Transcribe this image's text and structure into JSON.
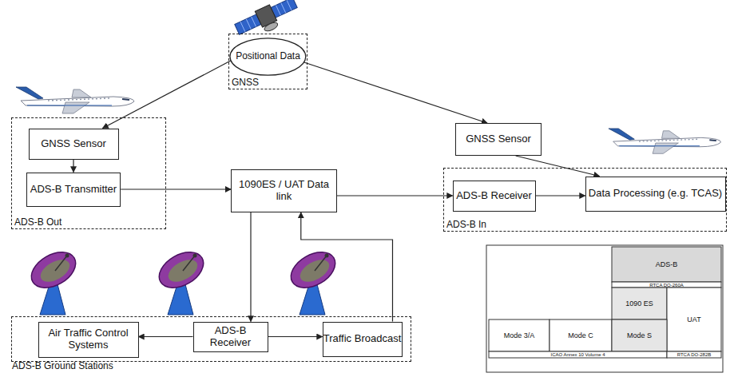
{
  "diagram": {
    "nodes": [
      {
        "text": [
          "GNSS"
        ]
      },
      {
        "text": [
          "Positional Data"
        ],
        "in": 0
      },
      {
        "text": [
          "ADS-B Out"
        ]
      },
      {
        "text": [
          "GNSS Sensor"
        ],
        "in": 2
      },
      {
        "text": [
          "ADS-B Transmitter"
        ],
        "in": 2
      },
      {
        "text": [
          "1090ES / UAT Data link"
        ]
      },
      {
        "text": [
          "GNSS Sensor"
        ]
      },
      {
        "text": [
          "ADS-B In"
        ]
      },
      {
        "text": [
          "ADS-B Receiver"
        ],
        "in": 7
      },
      {
        "text": [
          "Data Processing (e.g. TCAS)"
        ],
        "in": 7
      },
      {
        "text": [
          "ADS-B Ground Stations"
        ]
      },
      {
        "text": [
          "Air Traffic Control Systems"
        ],
        "in": 10
      },
      {
        "text": [
          "ADS-B Receiver"
        ],
        "in": 10
      },
      {
        "text": [
          "Traffic Broadcast"
        ],
        "in": 10
      }
    ],
    "edges": [
      {
        "from": 1,
        "to": 3,
        "arrow": "to"
      },
      {
        "from": 1,
        "to": 6,
        "arrow": "to"
      },
      {
        "from": 3,
        "to": 4,
        "arrow": "to"
      },
      {
        "from": 4,
        "to": 5,
        "arrow": "to"
      },
      {
        "from": 5,
        "to": 8,
        "arrow": "to"
      },
      {
        "from": 8,
        "to": 9,
        "arrow": "to"
      },
      {
        "from": 6,
        "to": 9,
        "arrow": "to"
      },
      {
        "from": 5,
        "to": 12,
        "arrow": "to"
      },
      {
        "from": 13,
        "to": 5,
        "arrow": "to"
      },
      {
        "from": 12,
        "to": 11,
        "arrow": "to"
      },
      {
        "from": 12,
        "to": 13,
        "arrow": "to"
      }
    ],
    "labels": [
      "ADS-B",
      "RTCA DO-260A",
      "1090 ES",
      "UAT",
      "Mode 3/A",
      "Mode C",
      "Mode S",
      "ICAO Annex 10 Volume 4",
      "RTCA DO-282B"
    ]
  }
}
